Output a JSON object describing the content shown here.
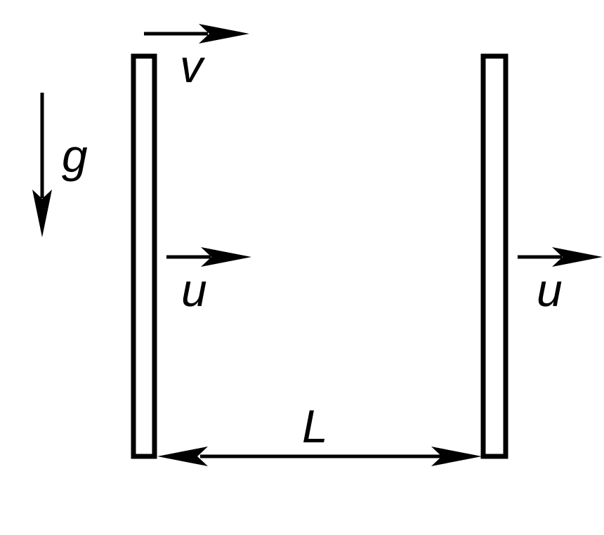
{
  "labels": {
    "v": "v",
    "g": "g",
    "u_left": "u",
    "u_right": "u",
    "L": "L"
  },
  "colors": {
    "stroke": "#000000",
    "background": "#ffffff"
  }
}
